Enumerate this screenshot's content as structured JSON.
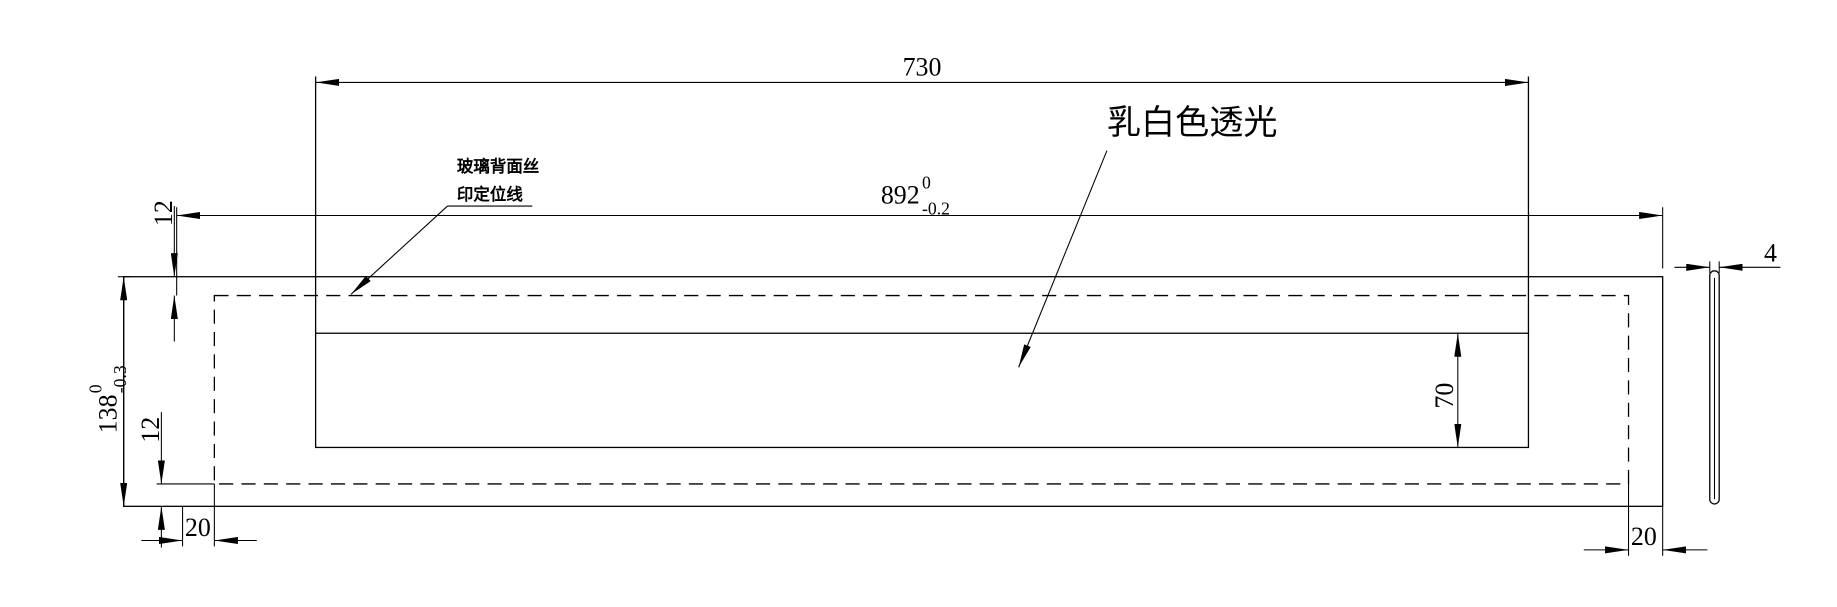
{
  "drawing": {
    "dimensions": {
      "window_width": "730",
      "total_width": "892",
      "total_width_upper_tol": "0",
      "total_width_lower_tol": "-0.2",
      "total_height": "138",
      "total_height_upper_tol": "0",
      "total_height_lower_tol": "-0.3",
      "top_margin": "12",
      "bottom_margin": "12",
      "left_margin": "20",
      "right_margin": "20",
      "window_height": "70",
      "thickness": "4"
    },
    "annotations": {
      "window_label": "乳白色透光",
      "print_line_label_1": "玻璃背面丝",
      "print_line_label_2": "印定位线"
    }
  }
}
